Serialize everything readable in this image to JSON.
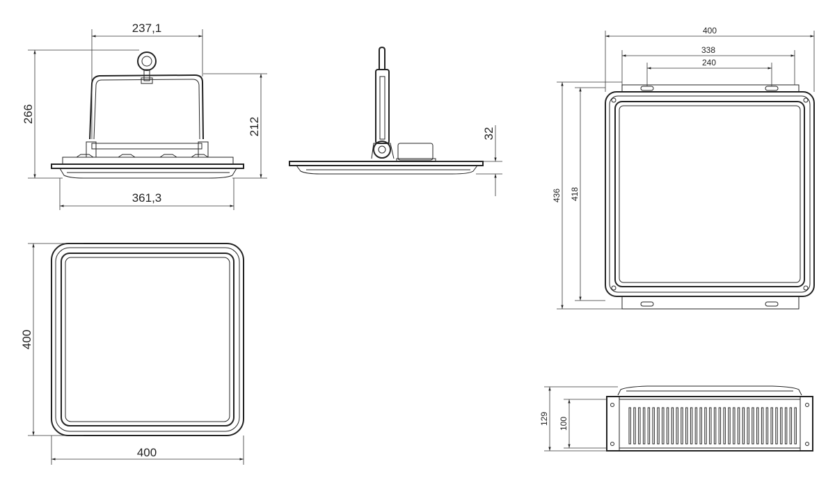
{
  "dimensions": {
    "front_hook_width": "237,1",
    "front_total_height": "266",
    "front_body_height": "212",
    "front_base_width": "361,3",
    "side_housing_height": "32",
    "bottom_width": "400",
    "bottom_height": "400",
    "mount_width": "400",
    "mount_hole_spacing_outer": "338",
    "mount_hole_spacing_inner": "240",
    "mount_total_height": "436",
    "mount_body_height": "418",
    "profile_total_height": "129",
    "profile_body_height": "100"
  }
}
